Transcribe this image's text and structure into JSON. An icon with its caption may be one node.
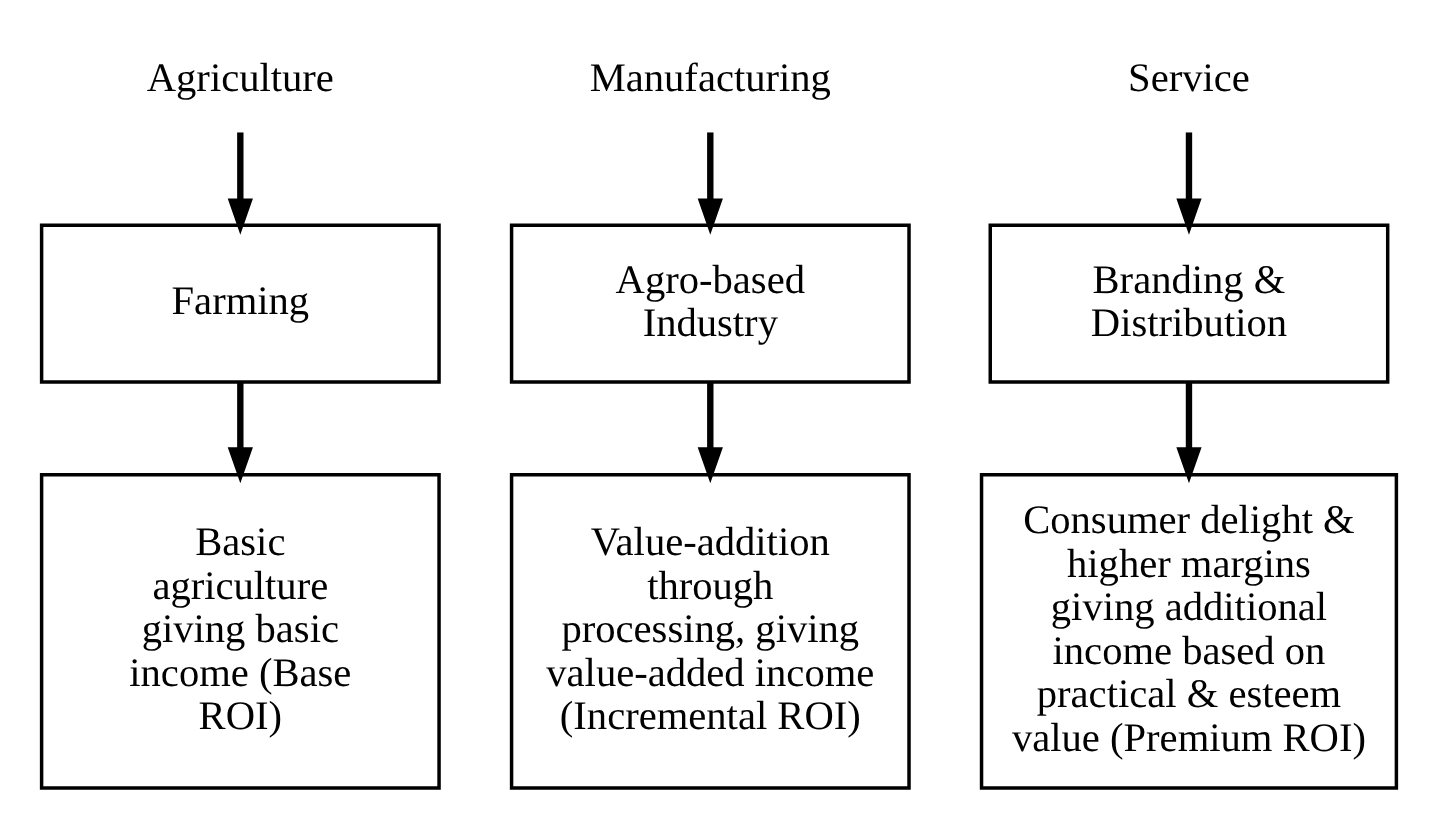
{
  "diagram": {
    "nodes": [
      {
        "text": [
          "Agriculture"
        ]
      },
      {
        "text": [
          "Manufacturing"
        ]
      },
      {
        "text": [
          "Service"
        ]
      },
      {
        "text": [
          "Farming"
        ]
      },
      {
        "text": [
          "Agro-based Industry"
        ]
      },
      {
        "text": [
          "Branding & Distribution"
        ]
      },
      {
        "text": [
          "Basic agriculture giving basic income (Base ROI)"
        ]
      },
      {
        "text": [
          "Value-addition through processing, giving value-added income (Incremental ROI)"
        ]
      },
      {
        "text": [
          "Consumer delight & higher margins giving additional income based on practical & esteem value (Premium ROI)"
        ]
      }
    ],
    "edges": [
      {
        "from": 0,
        "to": 3,
        "arrow": "to"
      },
      {
        "from": 1,
        "to": 4,
        "arrow": "to"
      },
      {
        "from": 2,
        "to": 5,
        "arrow": "to"
      },
      {
        "from": 3,
        "to": 6,
        "arrow": "to"
      },
      {
        "from": 4,
        "to": 7,
        "arrow": "to"
      },
      {
        "from": 5,
        "to": 8,
        "arrow": "to"
      }
    ]
  }
}
